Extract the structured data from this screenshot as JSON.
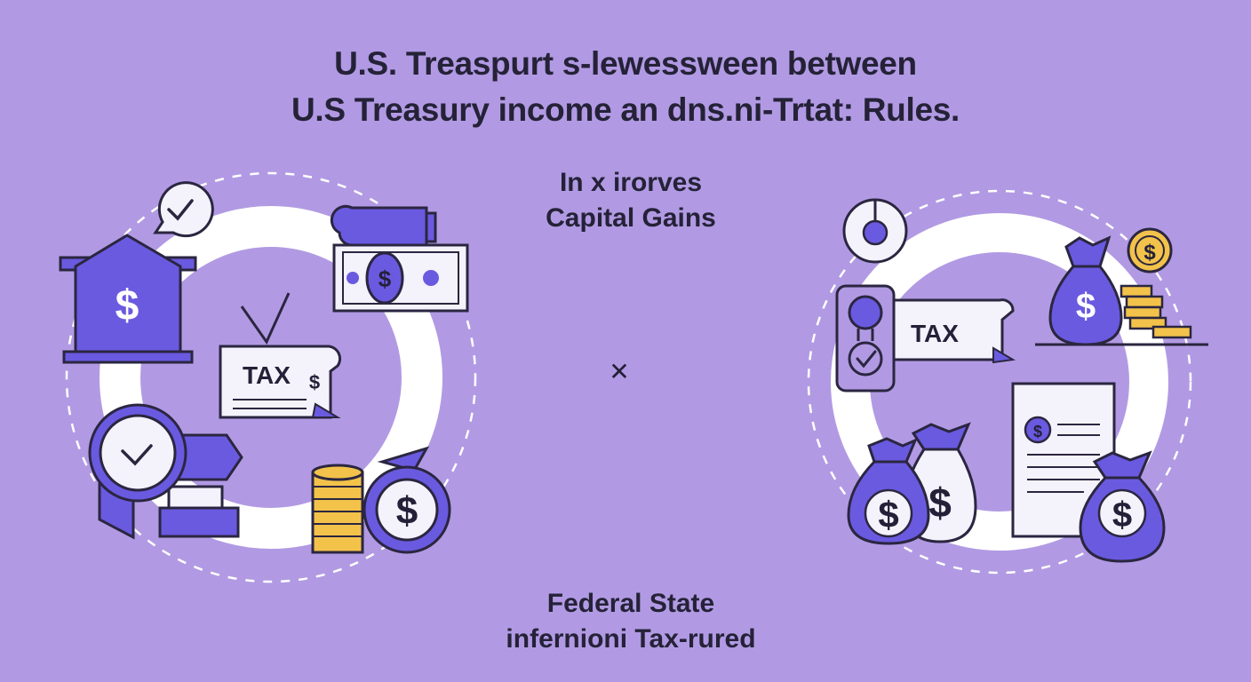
{
  "header": {
    "title_line1": "U.S. Treaspurt s-lewessween between",
    "title_line2": "U.S Treasury income an dns.ni-Trtat: Rules."
  },
  "center": {
    "top_line1": "In x irorves",
    "top_line2": "Capital Gains",
    "divider_glyph": "✕",
    "bottom_line1": "Federal State",
    "bottom_line2": "infernioni Tax-rured"
  },
  "left_cluster": {
    "tax_label": "TAX",
    "dollar_small": "$",
    "dollar_house": "$",
    "dollar_bill": "$",
    "dollar_bag": "$"
  },
  "right_cluster": {
    "tax_label": "TAX",
    "dollar_gold_coin": "$",
    "dollar_bag_top": "$",
    "dollar_bag_left": "$",
    "dollar_bag_middle": "$",
    "dollar_document": "$",
    "dollar_bag_right": "$"
  },
  "colors": {
    "background": "#b19ae3",
    "accent": "#6a5ae0",
    "outline": "#2b2640",
    "ring": "#ffffff",
    "paper": "#f4f2fb",
    "gold": "#f3c24a"
  }
}
